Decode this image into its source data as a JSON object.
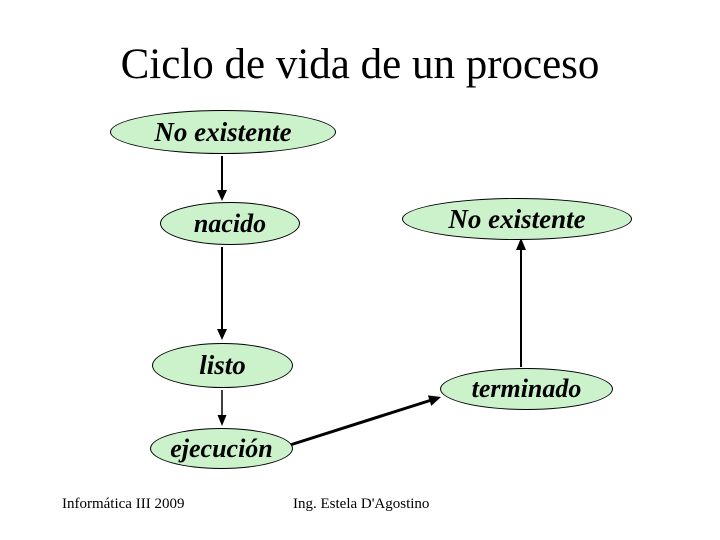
{
  "slide": {
    "title": "Ciclo de vida de un proceso",
    "footer_left": "Informática III 2009",
    "footer_author": "Ing. Estela D'Agostino",
    "background_color": "#ffffff"
  },
  "diagram": {
    "type": "state-diagram",
    "node_fill_color": "#ccf2cc",
    "node_border_color": "#000000",
    "arrow_color": "#000000",
    "nodes": [
      {
        "id": "no-existente-left",
        "label": "No existente"
      },
      {
        "id": "nacido",
        "label": "nacido"
      },
      {
        "id": "listo",
        "label": "listo"
      },
      {
        "id": "ejecucion",
        "label": "ejecución"
      },
      {
        "id": "no-existente-right",
        "label": "No existente"
      },
      {
        "id": "terminado",
        "label": "terminado"
      }
    ],
    "edges": [
      {
        "from": "no-existente-left",
        "to": "nacido"
      },
      {
        "from": "nacido",
        "to": "listo"
      },
      {
        "from": "listo",
        "to": "ejecucion"
      },
      {
        "from": "ejecucion",
        "to": "terminado"
      },
      {
        "from": "terminado",
        "to": "no-existente-right"
      }
    ]
  }
}
